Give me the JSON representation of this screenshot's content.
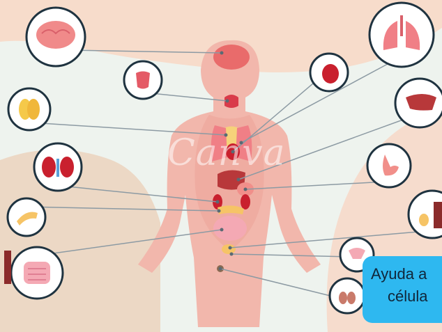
{
  "overlay": {
    "line1": "Ayuda a",
    "line2": "célula"
  },
  "watermark": "Canva",
  "colors": {
    "bg_peach": "#f7dccb",
    "bg_mint": "#eef3ee",
    "bg_tan": "#ecd8c5",
    "body": "#f2b7ac",
    "ring": "#1f3340",
    "leader": "#8c9aa3",
    "overlay": "#2eb8f0"
  },
  "organs": [
    {
      "id": "brain",
      "icon": "brain-icon"
    },
    {
      "id": "thyroid",
      "icon": "thyroid-icon"
    },
    {
      "id": "thymus",
      "icon": "thymus-icon"
    },
    {
      "id": "kidneys",
      "icon": "kidneys-icon"
    },
    {
      "id": "pancreas",
      "icon": "pancreas-icon"
    },
    {
      "id": "intestine",
      "icon": "intestine-icon"
    },
    {
      "id": "lungs",
      "icon": "lungs-icon"
    },
    {
      "id": "heart",
      "icon": "heart-icon"
    },
    {
      "id": "liver",
      "icon": "liver-icon"
    },
    {
      "id": "stomach",
      "icon": "stomach-icon"
    },
    {
      "id": "bladder",
      "icon": "bladder-icon"
    },
    {
      "id": "uterus",
      "icon": "uterus-icon"
    },
    {
      "id": "testes",
      "icon": "testes-icon"
    }
  ]
}
